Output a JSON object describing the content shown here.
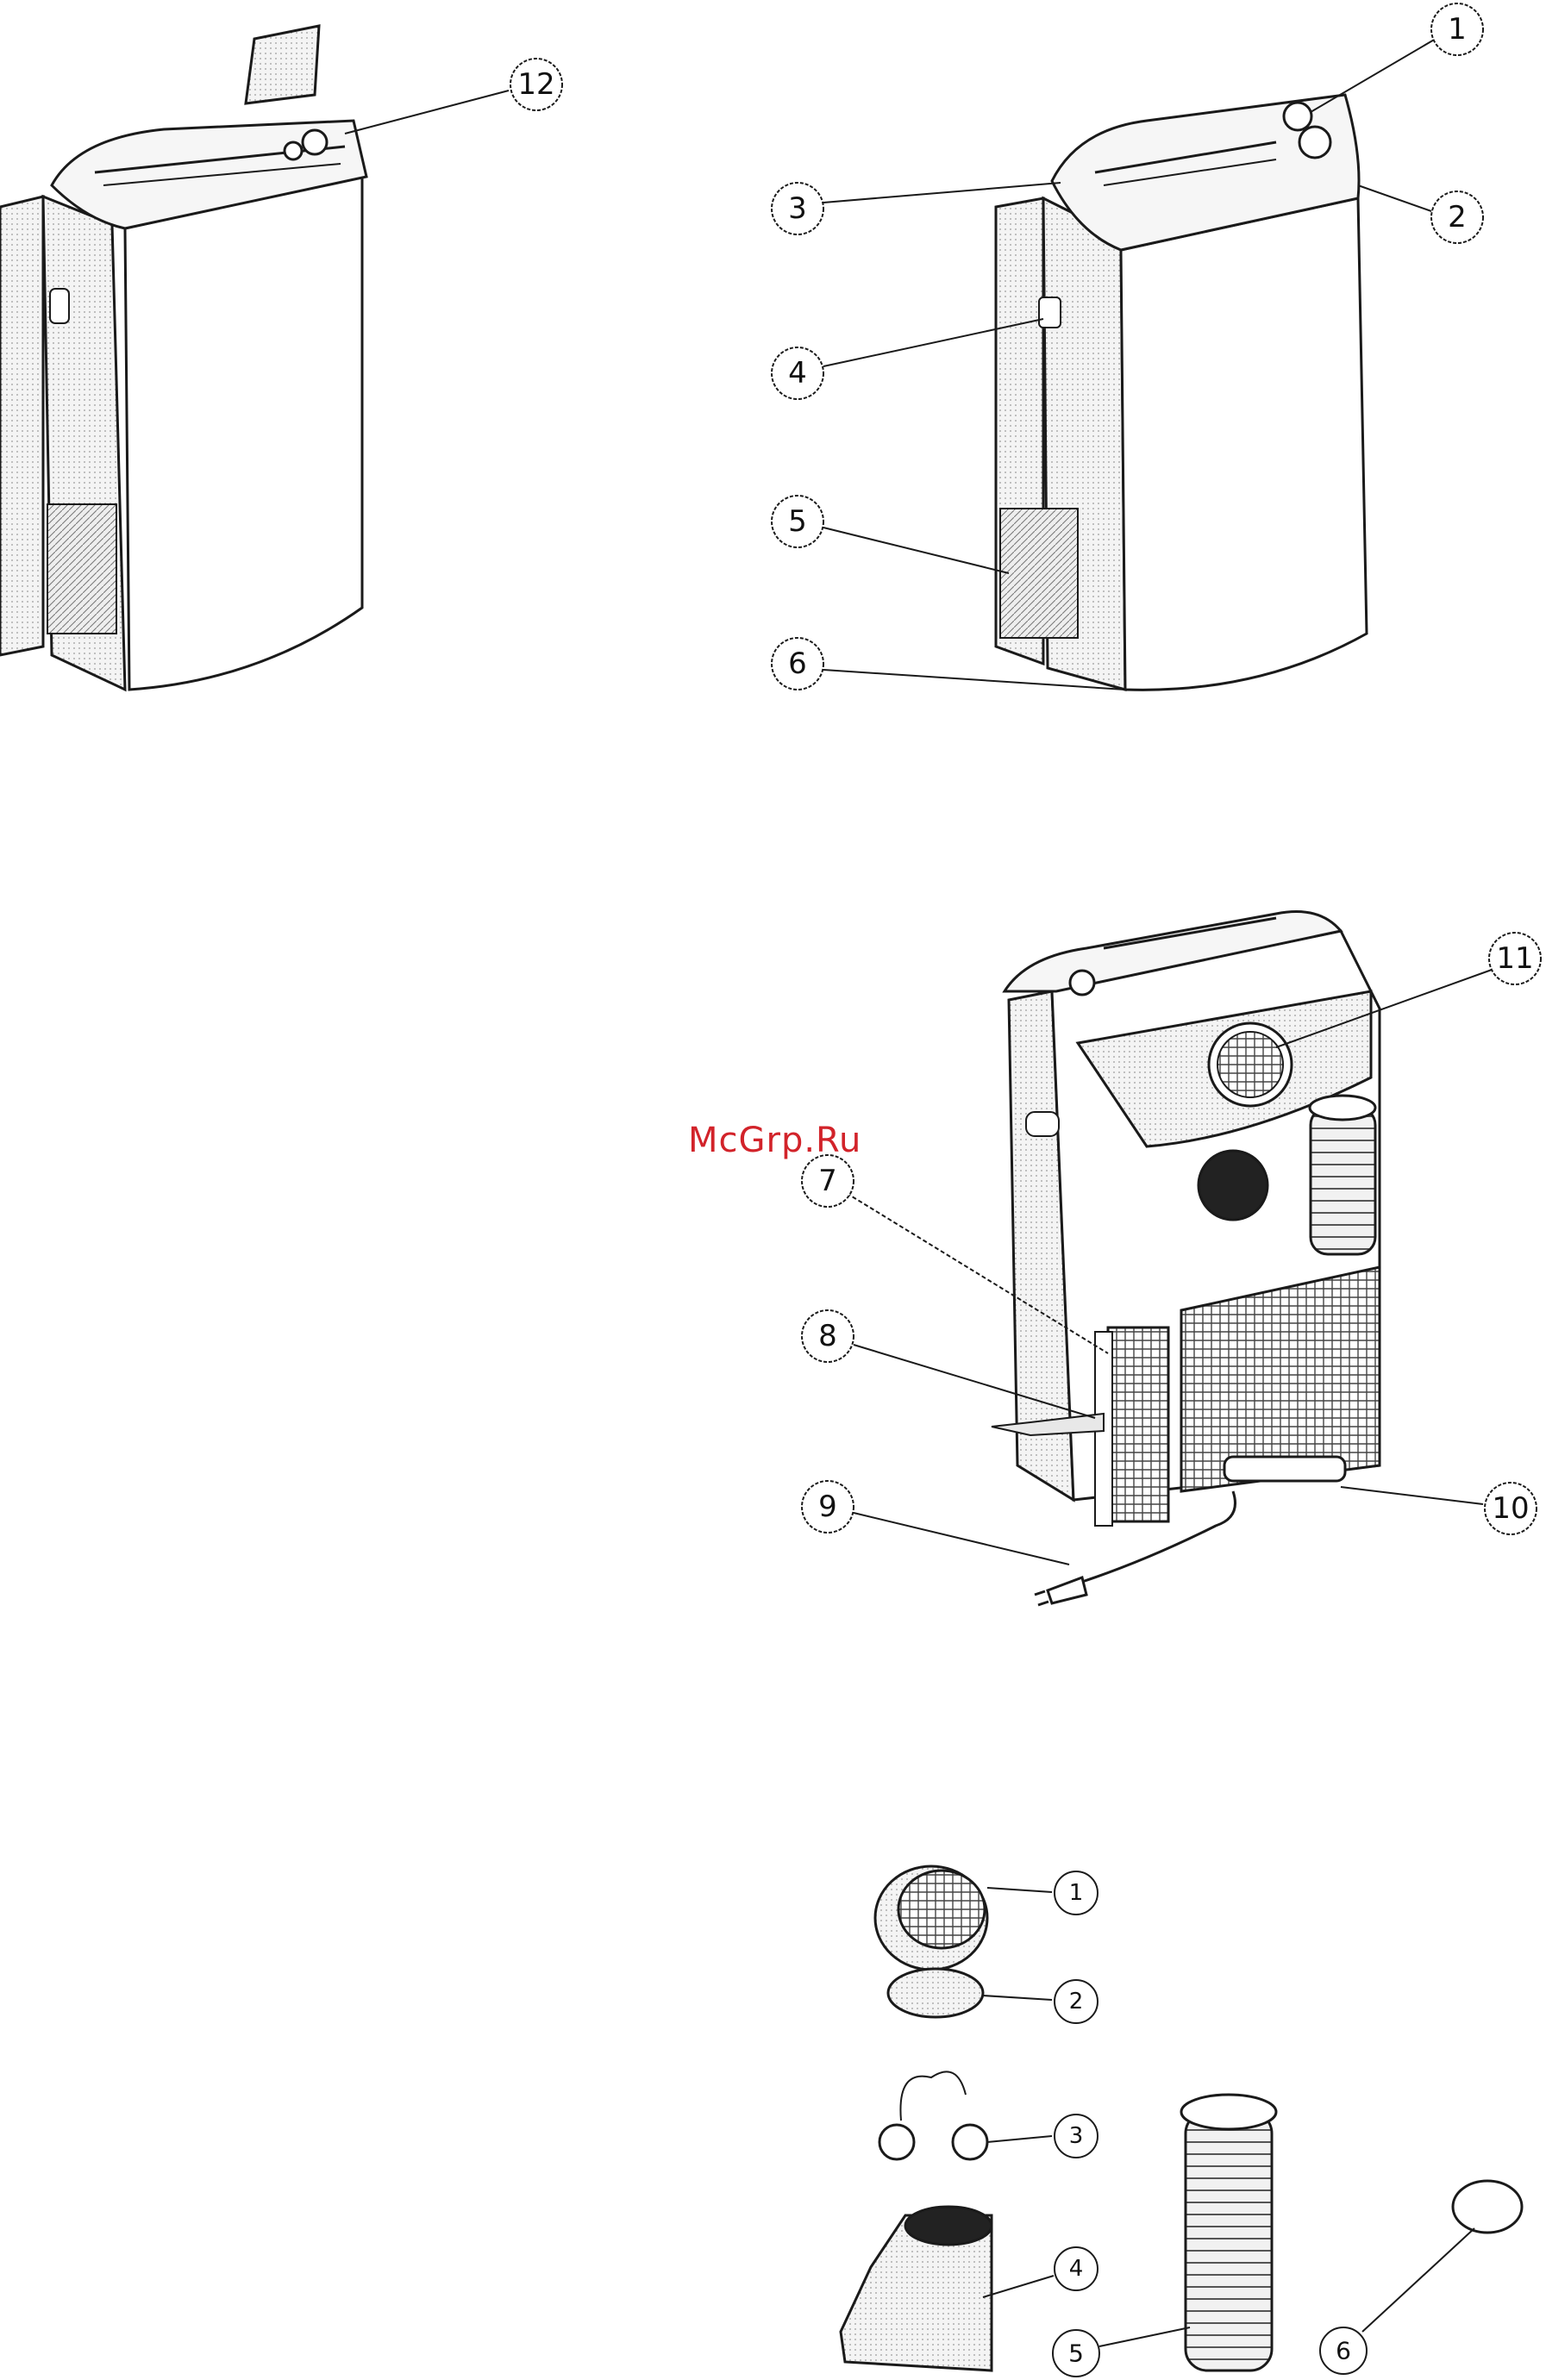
{
  "watermark": "McGrp.Ru",
  "views": {
    "top_left": {
      "callouts": [
        {
          "label": "12"
        }
      ]
    },
    "top_right": {
      "callouts": [
        {
          "label": "1"
        },
        {
          "label": "2"
        },
        {
          "label": "3"
        },
        {
          "label": "4"
        },
        {
          "label": "5"
        },
        {
          "label": "6"
        }
      ]
    },
    "rear": {
      "callouts": [
        {
          "label": "7"
        },
        {
          "label": "8"
        },
        {
          "label": "9"
        },
        {
          "label": "10"
        },
        {
          "label": "11"
        }
      ]
    },
    "accessories": {
      "callouts": [
        {
          "label": "1"
        },
        {
          "label": "2"
        },
        {
          "label": "3"
        },
        {
          "label": "4"
        },
        {
          "label": "5"
        },
        {
          "label": "6"
        }
      ]
    }
  },
  "palette": {
    "line": "#1a1a1a",
    "shade": "#cfcfcf",
    "light": "#ececec",
    "watermark": "#d2232a"
  }
}
